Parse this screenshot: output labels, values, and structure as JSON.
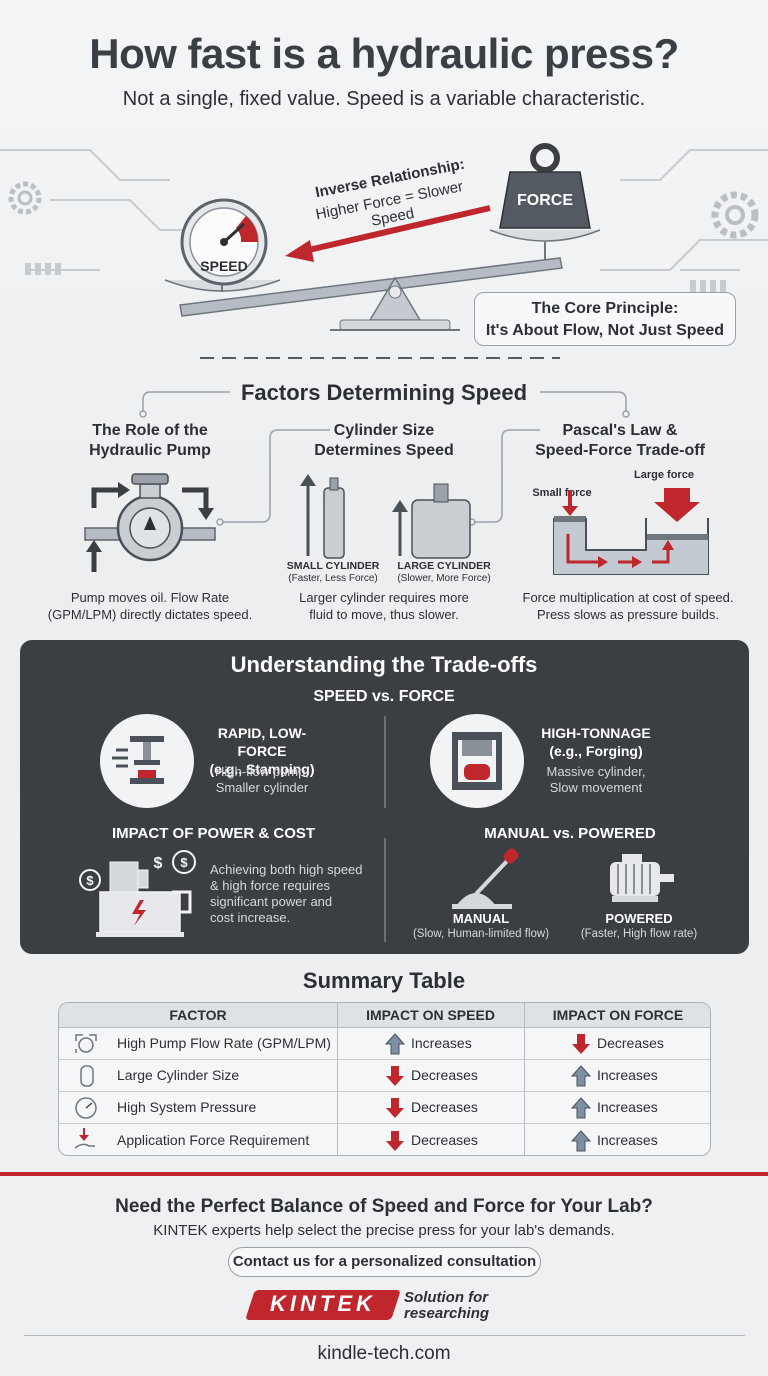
{
  "header": {
    "title": "How fast is a hydraulic press?",
    "subtitle": "Not a single, fixed value. Speed is a variable characteristic."
  },
  "hero": {
    "speed_label": "SPEED",
    "force_label": "FORCE",
    "inverse_title": "Inverse Relationship:",
    "inverse_text": "Higher Force = Slower Speed",
    "core_line1": "The Core Principle:",
    "core_line2": "It's About Flow, Not Just Speed"
  },
  "factors": {
    "heading": "Factors Determining Speed",
    "pump": {
      "title_line1": "The Role of the",
      "title_line2": "Hydraulic Pump",
      "desc_line1": "Pump moves oil. Flow Rate",
      "desc_line2": "(GPM/LPM) directly dictates speed."
    },
    "cylinder": {
      "title_line1": "Cylinder Size",
      "title_line2": "Determines Speed",
      "small_label": "SMALL CYLINDER",
      "small_sub": "(Faster, Less Force)",
      "large_label": "LARGE CYLINDER",
      "large_sub": "(Slower, More Force)",
      "desc_line1": "Larger cylinder requires more",
      "desc_line2": "fluid to move, thus slower."
    },
    "pascal": {
      "title_line1": "Pascal's Law &",
      "title_line2": "Speed-Force Trade-off",
      "small_force": "Small force",
      "large_force": "Large force",
      "desc_line1": "Force multiplication at cost of speed.",
      "desc_line2": "Press slows as pressure builds."
    }
  },
  "tradeoffs": {
    "heading": "Understanding the Trade-offs",
    "speed_vs_force": "SPEED vs. FORCE",
    "rapid_title1": "RAPID, LOW-FORCE",
    "rapid_title2": "(e.g., Stamping)",
    "rapid_desc1": "High-flow pump,",
    "rapid_desc2": "Smaller cylinder",
    "tonnage_title1": "HIGH-TONNAGE",
    "tonnage_title2": "(e.g., Forging)",
    "tonnage_desc1": "Massive cylinder,",
    "tonnage_desc2": "Slow movement",
    "power_heading": "IMPACT OF POWER & COST",
    "power_desc1": "Achieving both high speed",
    "power_desc2": "& high force requires",
    "power_desc3": "significant power and",
    "power_desc4": "cost increase.",
    "manual_heading": "MANUAL vs. POWERED",
    "manual_label": "MANUAL",
    "manual_sub": "(Slow, Human-limited flow)",
    "powered_label": "POWERED",
    "powered_sub": "(Faster, High flow rate)"
  },
  "summary": {
    "heading": "Summary Table",
    "columns": [
      "FACTOR",
      "IMPACT ON SPEED",
      "IMPACT ON FORCE"
    ],
    "rows": [
      {
        "factor": "High Pump Flow Rate (GPM/LPM)",
        "speed": "Increases",
        "force": "Decreases"
      },
      {
        "factor": "Large Cylinder Size",
        "speed": "Decreases",
        "force": "Increases"
      },
      {
        "factor": "High System Pressure",
        "speed": "Decreases",
        "force": "Increases"
      },
      {
        "factor": "Application Force Requirement",
        "speed": "Decreases",
        "force": "Increases"
      }
    ]
  },
  "cta": {
    "heading": "Need the Perfect Balance of Speed and Force for Your Lab?",
    "sub": "KINTEK experts help select the precise press for your lab's demands.",
    "button": "Contact us for a personalized consultation",
    "brand": "KINTEK",
    "tagline1": "Solution for",
    "tagline2": "researching",
    "site": "kindle-tech.com"
  },
  "colors": {
    "accent_red": "#c0272d",
    "dark_panel": "#3b3f44",
    "text": "#2c3036"
  }
}
